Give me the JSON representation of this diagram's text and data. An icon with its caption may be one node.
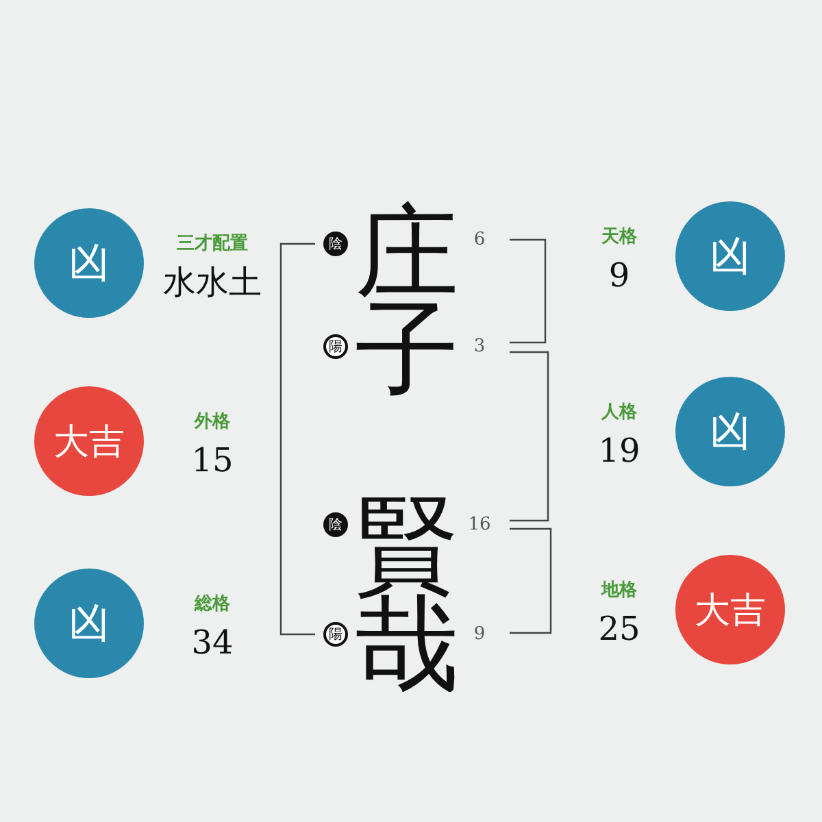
{
  "diagram": {
    "nodes": [
      {
        "text": [
          "凶"
        ],
        "beside": [
          "三才配置",
          "水水土"
        ]
      },
      {
        "text": [
          "陰"
        ]
      },
      {
        "text": [
          "凶"
        ],
        "beside": [
          "天格",
          "9"
        ]
      },
      {
        "text": [
          "陽"
        ]
      },
      {
        "text": [
          "大吉"
        ],
        "beside": [
          "外格",
          "15"
        ]
      },
      {
        "text": [
          "凶"
        ],
        "beside": [
          "人格",
          "19"
        ]
      },
      {
        "text": [
          "陰"
        ]
      },
      {
        "text": [
          "凶"
        ],
        "beside": [
          "総格",
          "34"
        ]
      },
      {
        "text": [
          "陽"
        ]
      },
      {
        "text": [
          "大吉"
        ],
        "beside": [
          "地格",
          "25"
        ]
      }
    ],
    "labels": [
      "庄",
      "6",
      "子",
      "3",
      "賢",
      "16",
      "哉",
      "9"
    ]
  }
}
